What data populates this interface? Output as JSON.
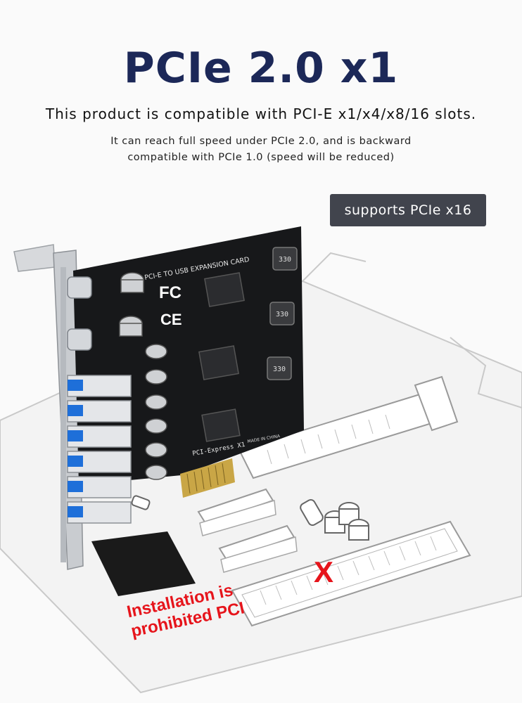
{
  "header": {
    "title": "PCIe 2.0 x1",
    "compat_line": "This product is compatible with PCI-E x1/x4/x8/16 slots.",
    "speed_line_1": "It can reach full speed under PCIe 2.0, and is backward",
    "speed_line_2": "compatible with PCIe 1.0 (speed will be reduced)"
  },
  "badge": {
    "label": "supports PCIe x16"
  },
  "card": {
    "silkscreen_title": "PCI-E TO USB EXPANSION CARD",
    "interface_label": "PCI-Express X1",
    "origin_label": "MADE IN CHINA",
    "inductor_label": "330",
    "fcc_mark": "FC",
    "ce_mark": "CE",
    "usb_port_count": 6,
    "usb_c_port_count": 2
  },
  "warning": {
    "line_1": "Installation is",
    "line_2": "prohibited  PCI",
    "mark": "X"
  },
  "colors": {
    "title": "#1c2858",
    "badge_bg": "#41444d",
    "pcb": "#17181a",
    "usb_blue": "#1e6fd9",
    "warning_red": "#e6141b"
  }
}
